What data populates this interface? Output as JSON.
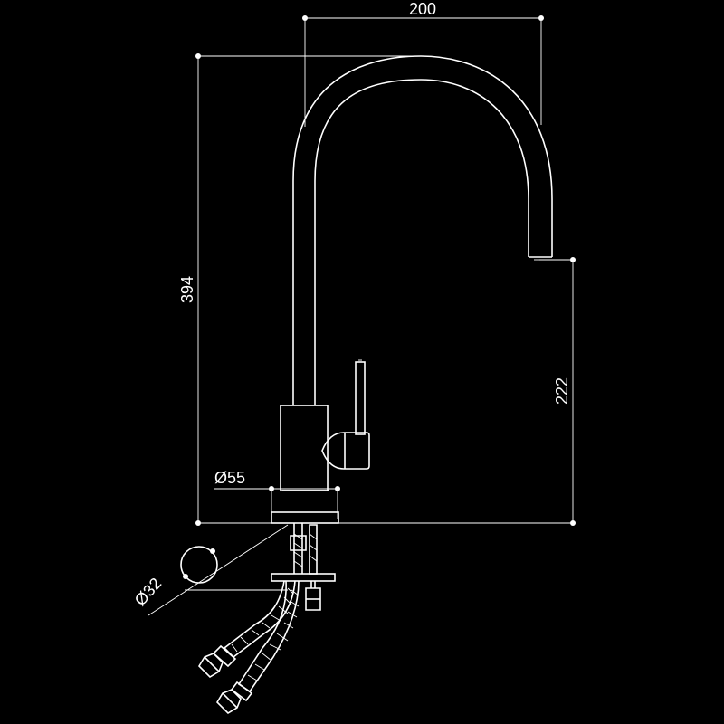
{
  "drawing": {
    "line_color": "#ffffff",
    "background_color": "#000000",
    "dimensions": {
      "width_label": "200",
      "height_label": "394",
      "spout_height_label": "222",
      "base_diameter_label": "Ø55",
      "hole_diameter_label": "Ø32"
    }
  }
}
